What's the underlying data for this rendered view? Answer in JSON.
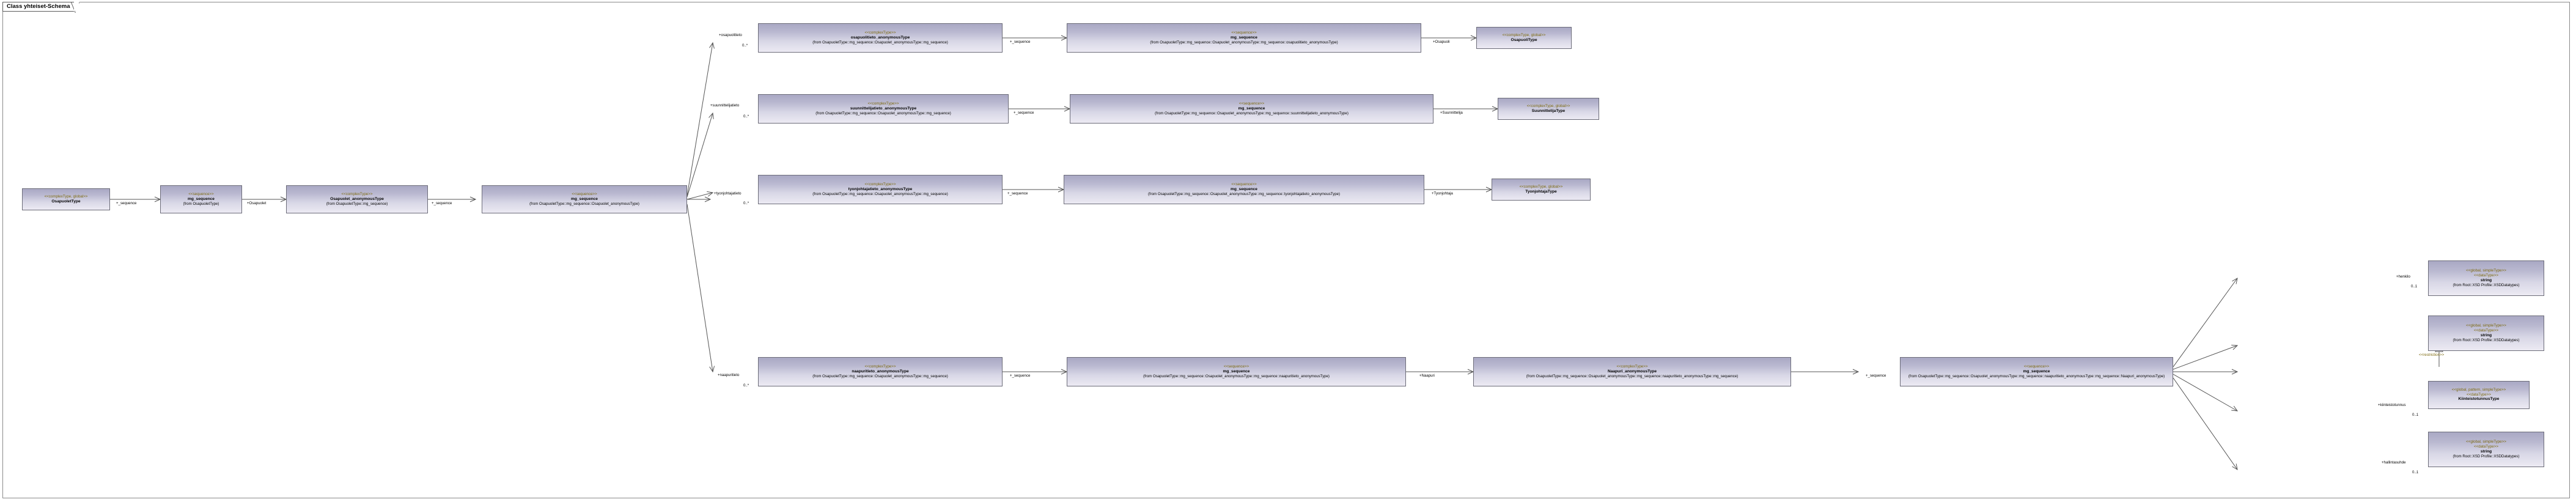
{
  "frame": {
    "title": "Class yhteiset-Schema"
  },
  "colors": {
    "node_border": "#6b6b78",
    "node_fill_top": "#a9a8c4",
    "node_fill_bottom": "#eceaf3",
    "stereotype_text": "#7d6a10",
    "name_text": "#000000",
    "connector": "#555555",
    "frame_border": "#8a8a8a",
    "background": "#ffffff"
  },
  "nodes": [
    {
      "id": "osapuolettype",
      "stereo": [
        "<<complexType, global>>"
      ],
      "name": "OsapuoletType",
      "from": ""
    },
    {
      "id": "mg1",
      "stereo": [
        "<<sequence>>"
      ],
      "name": "mg_sequence",
      "from": "(from OsapuoletType)"
    },
    {
      "id": "osapuolet_anon",
      "stereo": [
        "<<complexType>>"
      ],
      "name": "Osapuolet_anonymousType",
      "from": "(from OsapuoletType::mg_sequence)"
    },
    {
      "id": "mg2",
      "stereo": [
        "<<sequence>>"
      ],
      "name": "mg_sequence",
      "from": "(from OsapuoletType::mg_sequence::Osapuolet_anonymousType)"
    },
    {
      "id": "osapuolitieto_anon",
      "stereo": [
        "<<complexType>>"
      ],
      "name": "osapuolitieto_anonymousType",
      "from": "(from OsapuoletType::mg_sequence::Osapuolet_anonymousType::mg_sequence)"
    },
    {
      "id": "mg_osapuolitieto",
      "stereo": [
        "<<sequence>>"
      ],
      "name": "mg_sequence",
      "from": "(from OsapuoletType::mg_sequence::Osapuolet_anonymousType::mg_sequence::osapuolitieto_anonymousType)"
    },
    {
      "id": "osapuolitype",
      "stereo": [
        "<<complexType, global>>"
      ],
      "name": "OsapuoliType",
      "from": ""
    },
    {
      "id": "suunnittelijatieto_anon",
      "stereo": [
        "<<complexType>>"
      ],
      "name": "suunnittelijatieto_anonymousType",
      "from": "(from OsapuoletType::mg_sequence::Osapuolet_anonymousType::mg_sequence)"
    },
    {
      "id": "mg_suunnittelijatieto",
      "stereo": [
        "<<sequence>>"
      ],
      "name": "mg_sequence",
      "from": "(from OsapuoletType::mg_sequence::Osapuolet_anonymousType::mg_sequence::suunnittelijatieto_anonymousType)"
    },
    {
      "id": "suunnittelijatype",
      "stereo": [
        "<<complexType, global>>"
      ],
      "name": "SuunnittelijaType",
      "from": ""
    },
    {
      "id": "tyonjohtajatieto_anon",
      "stereo": [
        "<<complexType>>"
      ],
      "name": "tyonjohtajatieto_anonymousType",
      "from": "(from OsapuoletType::mg_sequence::Osapuolet_anonymousType::mg_sequence)"
    },
    {
      "id": "mg_tyonjohtajatieto",
      "stereo": [
        "<<sequence>>"
      ],
      "name": "mg_sequence",
      "from": "(from OsapuoletType::mg_sequence::Osapuolet_anonymousType::mg_sequence::tyonjohtajatieto_anonymousType)"
    },
    {
      "id": "tyonjohtajatype",
      "stereo": [
        "<<complexType, global>>"
      ],
      "name": "TyonjohtajaType",
      "from": ""
    },
    {
      "id": "naapuritieto_anon",
      "stereo": [
        "<<complexType>>"
      ],
      "name": "naapuritieto_anonymousType",
      "from": "(from OsapuoletType::mg_sequence::Osapuolet_anonymousType::mg_sequence)"
    },
    {
      "id": "mg_naapuritieto",
      "stereo": [
        "<<sequence>>"
      ],
      "name": "mg_sequence",
      "from": "(from OsapuoletType::mg_sequence::Osapuolet_anonymousType::mg_sequence::naapuritieto_anonymousType)"
    },
    {
      "id": "naapuri_anon",
      "stereo": [
        "<<complexType>>"
      ],
      "name": "Naapuri_anonymousType",
      "from": "(from OsapuoletType::mg_sequence::Osapuolet_anonymousType::mg_sequence::naapuritieto_anonymousType::mg_sequence)"
    },
    {
      "id": "mg_naapuri",
      "stereo": [
        "<<sequence>>"
      ],
      "name": "mg_sequence",
      "from": "(from OsapuoletType::mg_sequence::Osapuolet_anonymousType::mg_sequence::naapuritieto_anonymousType::mg_sequence::Naapuri_anonymousType)"
    },
    {
      "id": "string_henkilo",
      "stereo": [
        "<<global, simpleType>>",
        "<<dataType>>"
      ],
      "name": "string",
      "from": "(from Root::XSD Profile::XSDDatatypes)"
    },
    {
      "id": "string_restricted",
      "stereo": [
        "<<global, simpleType>>",
        "<<dataType>>"
      ],
      "name": "string",
      "from": "(from Root::XSD Profile::XSDDatatypes)"
    },
    {
      "id": "kiinteistotunnustype",
      "stereo": [
        "<<global, pattern, simpleType>>",
        "<<dataType>>"
      ],
      "name": "KiinteistotunnusType",
      "from": ""
    },
    {
      "id": "string_hallintasuhde",
      "stereo": [
        "<<global, simpleType>>",
        "<<dataType>>"
      ],
      "name": "string",
      "from": "(from Root::XSD Profile::XSDDatatypes)"
    }
  ],
  "edges": [
    {
      "id": "e1",
      "label": "+_sequence",
      "mult": ""
    },
    {
      "id": "e2",
      "label": "+Osapuolet",
      "mult": ""
    },
    {
      "id": "e3",
      "label": "+_sequence",
      "mult": ""
    },
    {
      "id": "e4",
      "label": "+osapuolitieto",
      "mult": "0..*"
    },
    {
      "id": "e5",
      "label": "+_sequence",
      "mult": ""
    },
    {
      "id": "e6",
      "label": "+Osapuoli",
      "mult": ""
    },
    {
      "id": "e7",
      "label": "+suunnittelijatieto",
      "mult": "0..*"
    },
    {
      "id": "e8",
      "label": "+_sequence",
      "mult": ""
    },
    {
      "id": "e9",
      "label": "+Suunnittelija",
      "mult": ""
    },
    {
      "id": "e10",
      "label": "+tyonjohtajatieto",
      "mult": "0..*"
    },
    {
      "id": "e11",
      "label": "+_sequence",
      "mult": ""
    },
    {
      "id": "e12",
      "label": "+Tyonjohtaja",
      "mult": ""
    },
    {
      "id": "e13",
      "label": "+naapuritieto",
      "mult": "0..*"
    },
    {
      "id": "e14",
      "label": "+_sequence",
      "mult": ""
    },
    {
      "id": "e15",
      "label": "+Naapuri",
      "mult": ""
    },
    {
      "id": "e16",
      "label": "+_sequence",
      "mult": ""
    },
    {
      "id": "e17",
      "label": "+henkilo",
      "mult": "0..1"
    },
    {
      "id": "e18",
      "label": "+kiinteistotunnus",
      "mult": "0..1"
    },
    {
      "id": "e19",
      "label": "+hallintasuhde",
      "mult": "0..1"
    },
    {
      "id": "e20",
      "label": "<<restriction>>",
      "mult": ""
    }
  ]
}
